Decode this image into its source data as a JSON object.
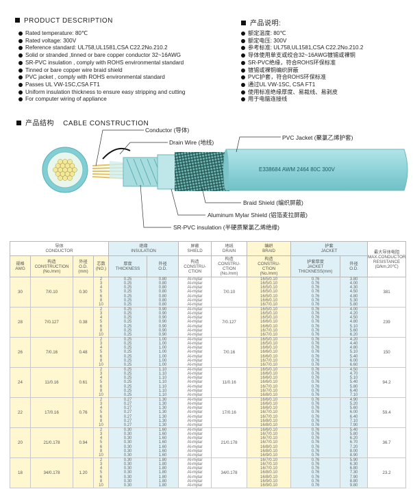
{
  "sections": {
    "en_title": "PRODUCT DESCRIPTION",
    "cn_title": "产品说明:",
    "construction_cn": "产品结构",
    "construction_en": "CABLE CONSTRUCTION"
  },
  "description_en": [
    "Rated temperature: 80℃",
    "Rated voltage: 300V",
    "Reference standard: UL758,UL1581,CSA C22.2No.210.2",
    "Solid or stranded ,tinned or bare copper conductor 32~16AWG",
    "SR-PVC insulation , comply with ROHS environmental standard",
    "Tinned or bare copper wire braid shield",
    "PVC jacket , comply with ROHS environmental standard",
    "Passes UL VW-1SC,CSA FT1",
    "Uniform insulation thickness to ensure easy stripping and cutting",
    "For computer wiring of appliance"
  ],
  "description_cn": [
    "额定温度: 80℃",
    "额定电压: 300V",
    "参考标准: UL758,UL1581,CSA C22.2No.210.2",
    "导体使用单支或绞合32~16AWG镀锡或裸铜",
    "SR-PVC绝缘，符合ROHS环保标准",
    "镀锡或裸铜编织屏蔽",
    "PVC护套，符合ROHS环保标准",
    "通过UL VW-1SC, CSA FT1",
    "使用标准绝缘厚度、易裁线、易剥皮",
    "用于电脑连接线"
  ],
  "callouts": {
    "conductor": "Conductor (导体)",
    "drain": "Drain Wire (地线)",
    "jacket": "PVC Jacket (聚氯乙烯护套)",
    "braid": "Braid Shield (编织屏蔽)",
    "mylar": "Aluminum Mylar Shield (铝箔麦拉屏蔽)",
    "insulation": "SR-PVC insulation (半硬质聚氯乙烯绝缘)",
    "stamp": "E338684  AWM 2464 80C 300V"
  },
  "colors": {
    "jacket": "#8fd3d8",
    "jacket_dark": "#5aaeb4",
    "yellow_col": "#fff7cf",
    "blue_col": "#dff1f6"
  },
  "table": {
    "group_headers": {
      "conductor": "导体\nCONDUCTOR",
      "insulation": "绝缘\nINSULATION",
      "shield": "屏蔽\nSHIELD",
      "drain": "地线\nDRAIN",
      "braid": "编织\nBRAID",
      "jacket": "护套\nJACKET"
    },
    "sub_headers": {
      "awg": "规格\nAWG",
      "construction": "构造\nCONSTRUCTION\n(No./mm)",
      "od": "外径\nO.D.\n(mm)",
      "cores": "芯数\n(NO.)",
      "ins_thick": "厚度\nTHICKNESS",
      "ins_od": "外径\nO.D.",
      "shield_con": "构造\nCONSTRU-\nCTION",
      "drain_con": "构造\nCONSTRU-\nCTION\n(No./mm)",
      "braid_con": "构造\nCONSTRU-\nCTION\n(No./mm)",
      "jacket_thick": "护套厚度\nJACKET\nTHICKNESS(mm)",
      "jacket_od": "外径\nO.D.",
      "resistance": "最大导体电阻\nMAX.CONDUCTOR\nRESISTANCE\n(Ω/km,20℃)"
    },
    "rows": [
      {
        "awg": "30",
        "construction": "7/0.10",
        "od": "0.30",
        "cores": "2\n3\n4\n5\n6\n8\n10",
        "ins_thick": "0.25\n0.25\n0.25\n0.25\n0.25\n0.25\n0.25",
        "ins_od": "0.80\n0.80\n0.80\n0.80\n0.80\n0.80\n0.80",
        "shield": "Al-mylar\nAl-mylar\nAl-mylar\nAl-mylar\nAl-mylar\nAl-mylar\nAl-mylar",
        "drain": "7/0.10",
        "braid": "16/5/0.10\n16/5/0.10\n16/5/0.10\n16/5/0.10\n16/5/0.10\n16/6/0.10\n16/7/0.10",
        "j_thick": "0.76\n0.76\n0.76\n0.76\n0.76\n0.76\n0.76",
        "j_od": "3.80\n4.00\n4.30\n4.50\n4.80\n5.30\n5.80",
        "res": "381"
      },
      {
        "awg": "28",
        "construction": "7/0.127",
        "od": "0.38",
        "cores": "2\n3\n4\n5\n6\n8\n10",
        "ins_thick": "0.25\n0.25\n0.25\n0.25\n0.25\n0.25\n0.25",
        "ins_od": "0.90\n0.90\n0.90\n0.90\n0.90\n0.90\n0.90",
        "shield": "Al-mylar\nAl-mylar\nAl-mylar\nAl-mylar\nAl-mylar\nAl-mylar\nAl-mylar",
        "drain": "7/0.127",
        "braid": "16/5/0.10\n16/5/0.10\n16/5/0.10\n16/6/0.10\n16/6/0.10\n16/7/0.10\n16/7/0.10",
        "j_thick": "0.76\n0.76\n0.76\n0.76\n0.76\n0.76\n0.76",
        "j_od": "4.00\n4.20\n4.50\n4.80\n5.10\n5.60\n6.20",
        "res": "239"
      },
      {
        "awg": "26",
        "construction": "7/0.16",
        "od": "0.48",
        "cores": "2\n3\n4\n5\n6\n8\n10",
        "ins_thick": "0.25\n0.25\n0.25\n0.25\n0.25\n0.25\n0.25",
        "ins_od": "1.00\n1.00\n1.00\n1.00\n1.00\n1.00\n1.00",
        "shield": "Al-mylar\nAl-mylar\nAl-mylar\nAl-mylar\nAl-mylar\nAl-mylar\nAl-mylar",
        "drain": "7/0.16",
        "braid": "16/5/0.10\n16/5/0.10\n16/6/0.10\n16/6/0.10\n16/6/0.10\n16/7/0.10\n16/7/0.10",
        "j_thick": "0.76\n0.76\n0.76\n0.76\n0.76\n0.76\n0.76",
        "j_od": "4.20\n4.40\n4.80\n5.10\n5.40\n6.00\n6.60",
        "res": "150"
      },
      {
        "awg": "24",
        "construction": "11/0.16",
        "od": "0.61",
        "cores": "2\n3\n4\n5\n6\n8\n10",
        "ins_thick": "0.25\n0.25\n0.25\n0.25\n0.25\n0.25\n0.25",
        "ins_od": "1.10\n1.10\n1.10\n1.10\n1.10\n1.10\n1.10",
        "shield": "Al-mylar\nAl-mylar\nAl-mylar\nAl-mylar\nAl-mylar\nAl-mylar\nAl-mylar",
        "drain": "11/0.16",
        "braid": "16/5/0.10\n16/6/0.10\n16/6/0.10\n16/6/0.10\n16/7/0.10\n16/7/0.10\n16/8/0.10",
        "j_thick": "0.76\n0.76\n0.76\n0.76\n0.76\n0.76\n0.76",
        "j_od": "4.50\n4.70\n5.10\n5.40\n5.80\n6.40\n7.10",
        "res": "94.2"
      },
      {
        "awg": "22",
        "construction": "17/0.16",
        "od": "0.76",
        "cores": "2\n3\n4\n5\n6\n8\n10",
        "ins_thick": "0.27\n0.27\n0.27\n0.27\n0.27\n0.27\n0.27",
        "ins_od": "1.30\n1.30\n1.30\n1.30\n1.30\n1.30\n1.30",
        "shield": "Al-mylar\nAl-mylar\nAl-mylar\nAl-mylar\nAl-mylar\nAl-mylar\nAl-mylar",
        "drain": "17/0.16",
        "braid": "16/6/0.10\n16/6/0.10\n16/6/0.10\n16/7/0.10\n16/7/0.10\n16/8/0.10\n16/8/0.10",
        "j_thick": "0.76\n0.76\n0.76\n0.76\n0.76\n0.76\n0.76",
        "j_od": "4.90\n5.20\n5.60\n6.00\n6.40\n7.10\n7.90",
        "res": "59.4"
      },
      {
        "awg": "20",
        "construction": "21/0.178",
        "od": "0.94",
        "cores": "2\n3\n4\n5\n6\n8\n10",
        "ins_thick": "0.30\n0.30\n0.30\n0.30\n0.30\n0.30\n0.30",
        "ins_od": "1.60\n1.60\n1.60\n1.60\n1.60\n1.60\n1.60",
        "shield": "Al-mylar\nAl-mylar\nAl-mylar\nAl-mylar\nAl-mylar\nAl-mylar\nAl-mylar",
        "drain": "21/0.178",
        "braid": "16/6/0.10\n16/7/0.10\n16/7/0.10\n16/7/0.10\n16/8/0.10\n16/8/0.10\n16/9/0.10",
        "j_thick": "0.76\n0.76\n0.76\n0.76\n0.76\n0.76\n0.76",
        "j_od": "5.40\n5.80\n6.20\n6.70\n7.20\n8.00\n8.90",
        "res": "36.7"
      },
      {
        "awg": "18",
        "construction": "34/0.178",
        "od": "1.20",
        "cores": "2\n3\n4\n5\n6\n8\n10",
        "ins_thick": "0.30\n0.30\n0.30\n0.30\n0.30\n0.30\n0.30",
        "ins_od": "1.80\n1.80\n1.80\n1.80\n1.80\n1.80\n1.80",
        "shield": "Al-mylar\nAl-mylar\nAl-mylar\nAl-mylar\nAl-mylar\nAl-mylar\nAl-mylar",
        "drain": "34/0.178",
        "braid": "16/7/0.10\n16/7/0.10\n16/7/0.10\n16/8/0.10\n16/8/0.10\n16/9/0.10\n16/9/0.10",
        "j_thick": "0.76\n0.76\n0.76\n0.76\n0.76\n0.76\n0.76",
        "j_od": "5.90\n6.30\n6.80\n7.30\n7.90\n8.80\n9.80",
        "res": "23.2"
      }
    ]
  }
}
